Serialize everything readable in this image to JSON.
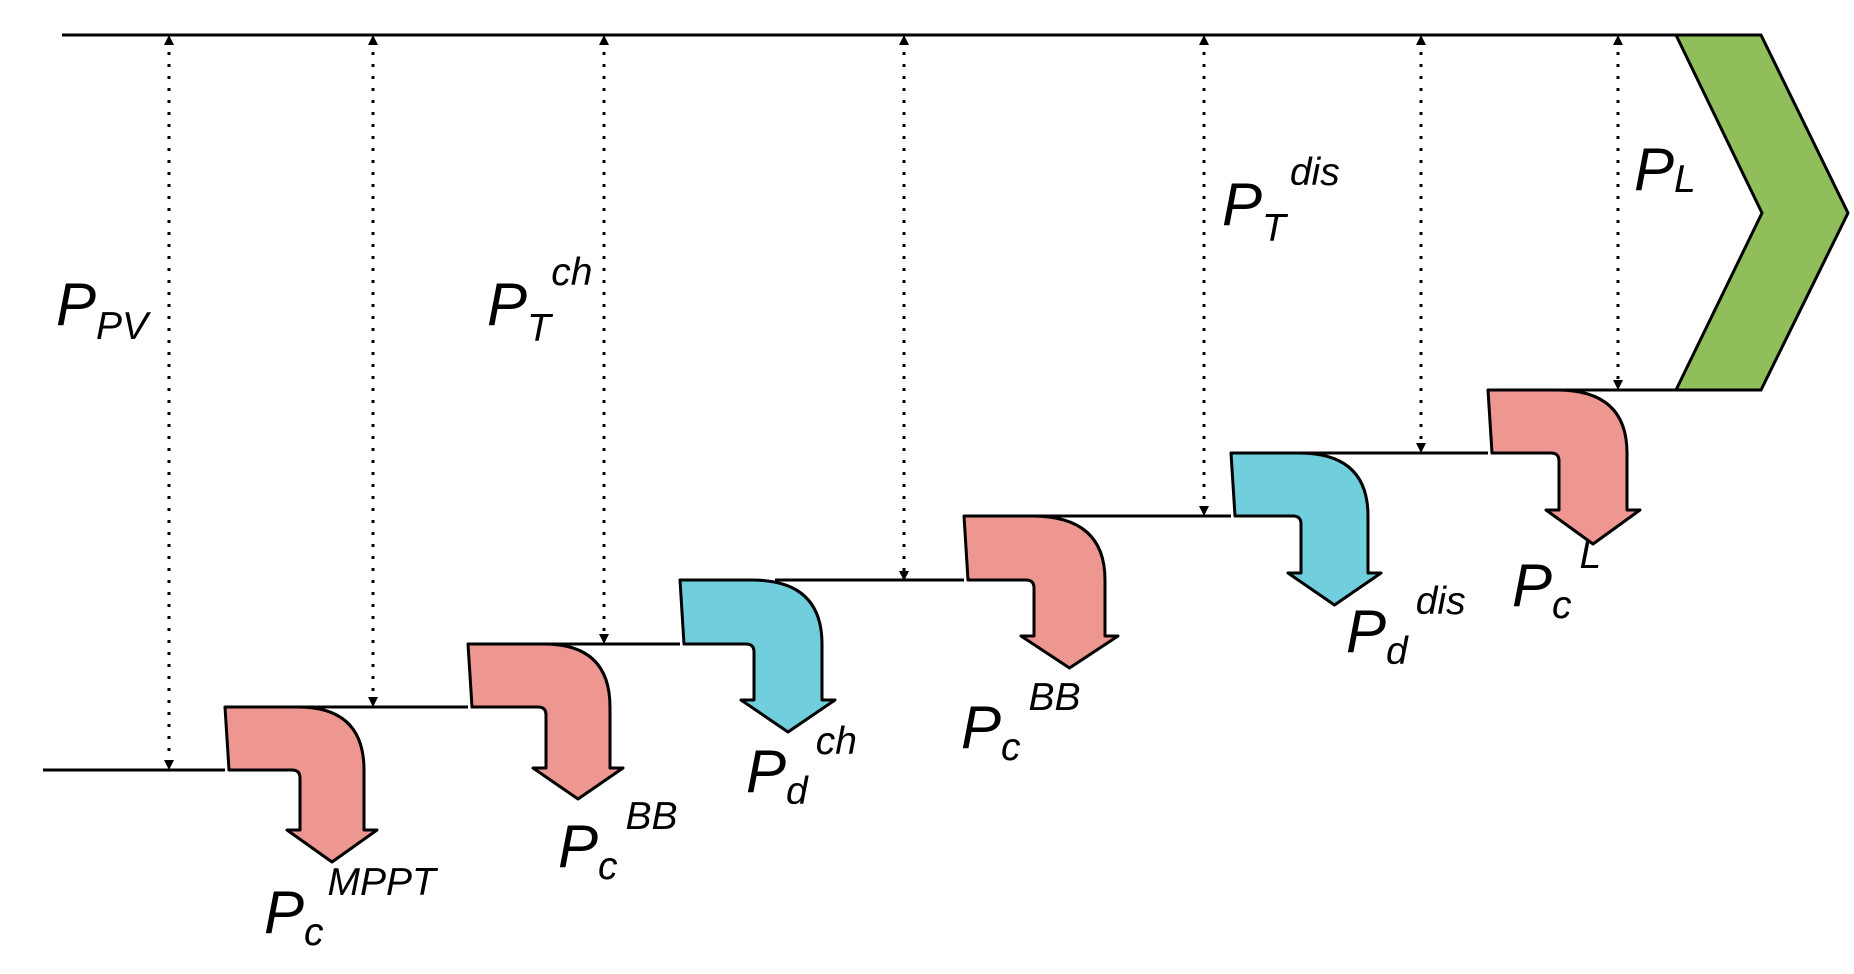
{
  "colors": {
    "stroke": "#000000",
    "conversion_loss_arrow": "#EE9690",
    "storage_loss_arrow": "#70CEDD",
    "load_chevron": "#8FBE5A",
    "background": "#FFFFFF"
  },
  "labels": {
    "p_pv": {
      "main": "P",
      "sub": "PV"
    },
    "p_t_ch": {
      "main": "P",
      "sub": "T",
      "sup": "ch"
    },
    "p_t_dis": {
      "main": "P",
      "sub": "T",
      "sup": "dis"
    },
    "p_l": {
      "main": "P",
      "sub": "L"
    },
    "p_c_mppt": {
      "main": "P",
      "sub": "c",
      "sup": "MPPT"
    },
    "p_c_bb_1": {
      "main": "P",
      "sub": "c",
      "sup": "BB"
    },
    "p_d_ch": {
      "main": "P",
      "sub": "d",
      "sup": "ch"
    },
    "p_c_bb_2": {
      "main": "P",
      "sub": "c",
      "sup": "BB"
    },
    "p_d_dis": {
      "main": "P",
      "sub": "d",
      "sup": "dis"
    },
    "p_c_l": {
      "main": "P",
      "sub": "c",
      "sup": "L"
    }
  }
}
